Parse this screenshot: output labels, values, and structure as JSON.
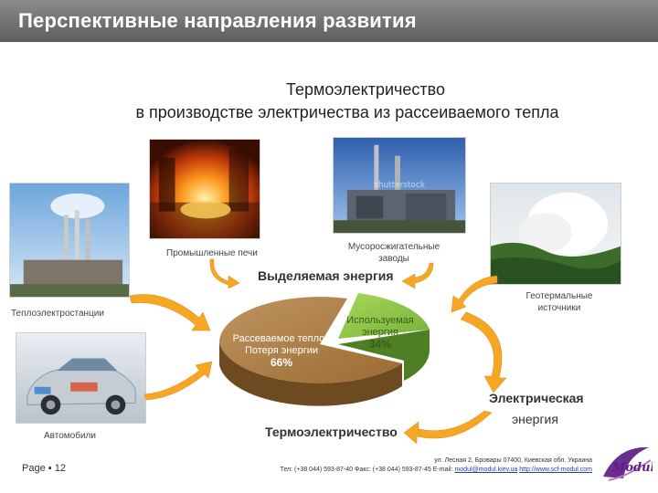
{
  "header": {
    "title": "Перспективные направления развития"
  },
  "subtitle": {
    "line1": "Термоэлектричество",
    "line2": "в производстве электричества из рассеиваемого тепла"
  },
  "sources": {
    "industrial_furnaces": "Промышленные печи",
    "incineration_plants_l1": "Мусоросжигательные",
    "incineration_plants_l2": "заводы",
    "thermal_power_plants": "Теплоэлектростанции",
    "geothermal_l1": "Геотермальные",
    "geothermal_l2": "источники",
    "automobiles": "Автомобили"
  },
  "labels": {
    "released_energy": "Выделяемая энергия",
    "electric_energy_l1": "Электрическая",
    "electric_energy_l2": "энергия",
    "thermoelectricity": "Термоэлектричество"
  },
  "pie": {
    "dissipated_l1": "Рассеваемое тепло /",
    "dissipated_l2": "Потеря энергии",
    "dissipated_pct": "66%",
    "used_l1": "Используемая",
    "used_l2": "энергия",
    "used_pct": "34%",
    "colors": {
      "dissipated": "#a77a3f",
      "used": "#8cc63f",
      "arrow": "#f5a623"
    }
  },
  "footer": {
    "page": "Page ▪ 12",
    "address": "ул. Лесная 2, Бровары 07400, Киевская обл. Украина",
    "phone": "Тел: (+38 044) 593-87-40 Факс: (+38 044) 593-87-45 E-mail:",
    "email": "modul@modul.kiev.ua",
    "web": "http://www.scf-modul.com",
    "logo_text": "Modul"
  }
}
